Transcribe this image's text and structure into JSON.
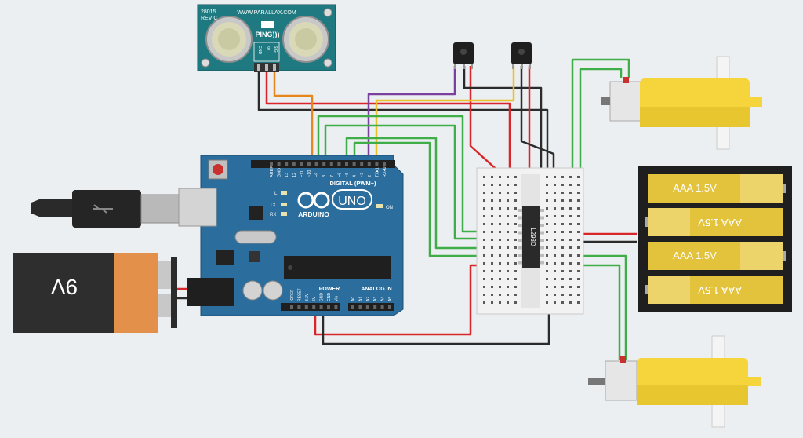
{
  "ping_sensor": {
    "model": "28015",
    "rev": "REV C",
    "url": "WWW.PARALLAX.COM",
    "name": "PING)))",
    "pins": [
      "GND",
      "5V",
      "SIG"
    ]
  },
  "arduino": {
    "brand": "ARDUINO",
    "model": "UNO",
    "digital_label": "DIGITAL (PWM~)",
    "top_pins": [
      "AREF",
      "GND",
      "13",
      "12",
      "~11",
      "~10",
      "~9",
      "8",
      "7",
      "~6",
      "~5",
      "4",
      "~3",
      "2",
      "TX▸1",
      "RX◂0"
    ],
    "led_labels": [
      "L",
      "TX",
      "RX"
    ],
    "on_label": "ON",
    "power_label": "POWER",
    "power_pins": [
      "IOREF",
      "RESET",
      "3.3V",
      "5V",
      "GND",
      "GND",
      "Vin"
    ],
    "analog_label": "ANALOG IN",
    "analog_pins": [
      "A0",
      "A1",
      "A2",
      "A3",
      "A4",
      "A5"
    ]
  },
  "driver_chip": {
    "label": "L293D"
  },
  "battery_9v": {
    "label": "9V"
  },
  "aaa_pack": {
    "cells": [
      "AAA 1.5V",
      "AAA 1.5V",
      "AAA 1.5V",
      "AAA 1.5V"
    ]
  },
  "colors": {
    "board": "#2b6d9c",
    "wire_red": "#d8262b",
    "wire_black": "#2b2b2b",
    "wire_green": "#3fae49",
    "wire_orange": "#e8861e",
    "wire_purple": "#7b3f9e",
    "wire_yellow": "#e8c228",
    "motor": "#f5d53b",
    "battery_cell": "#e3c33b"
  }
}
